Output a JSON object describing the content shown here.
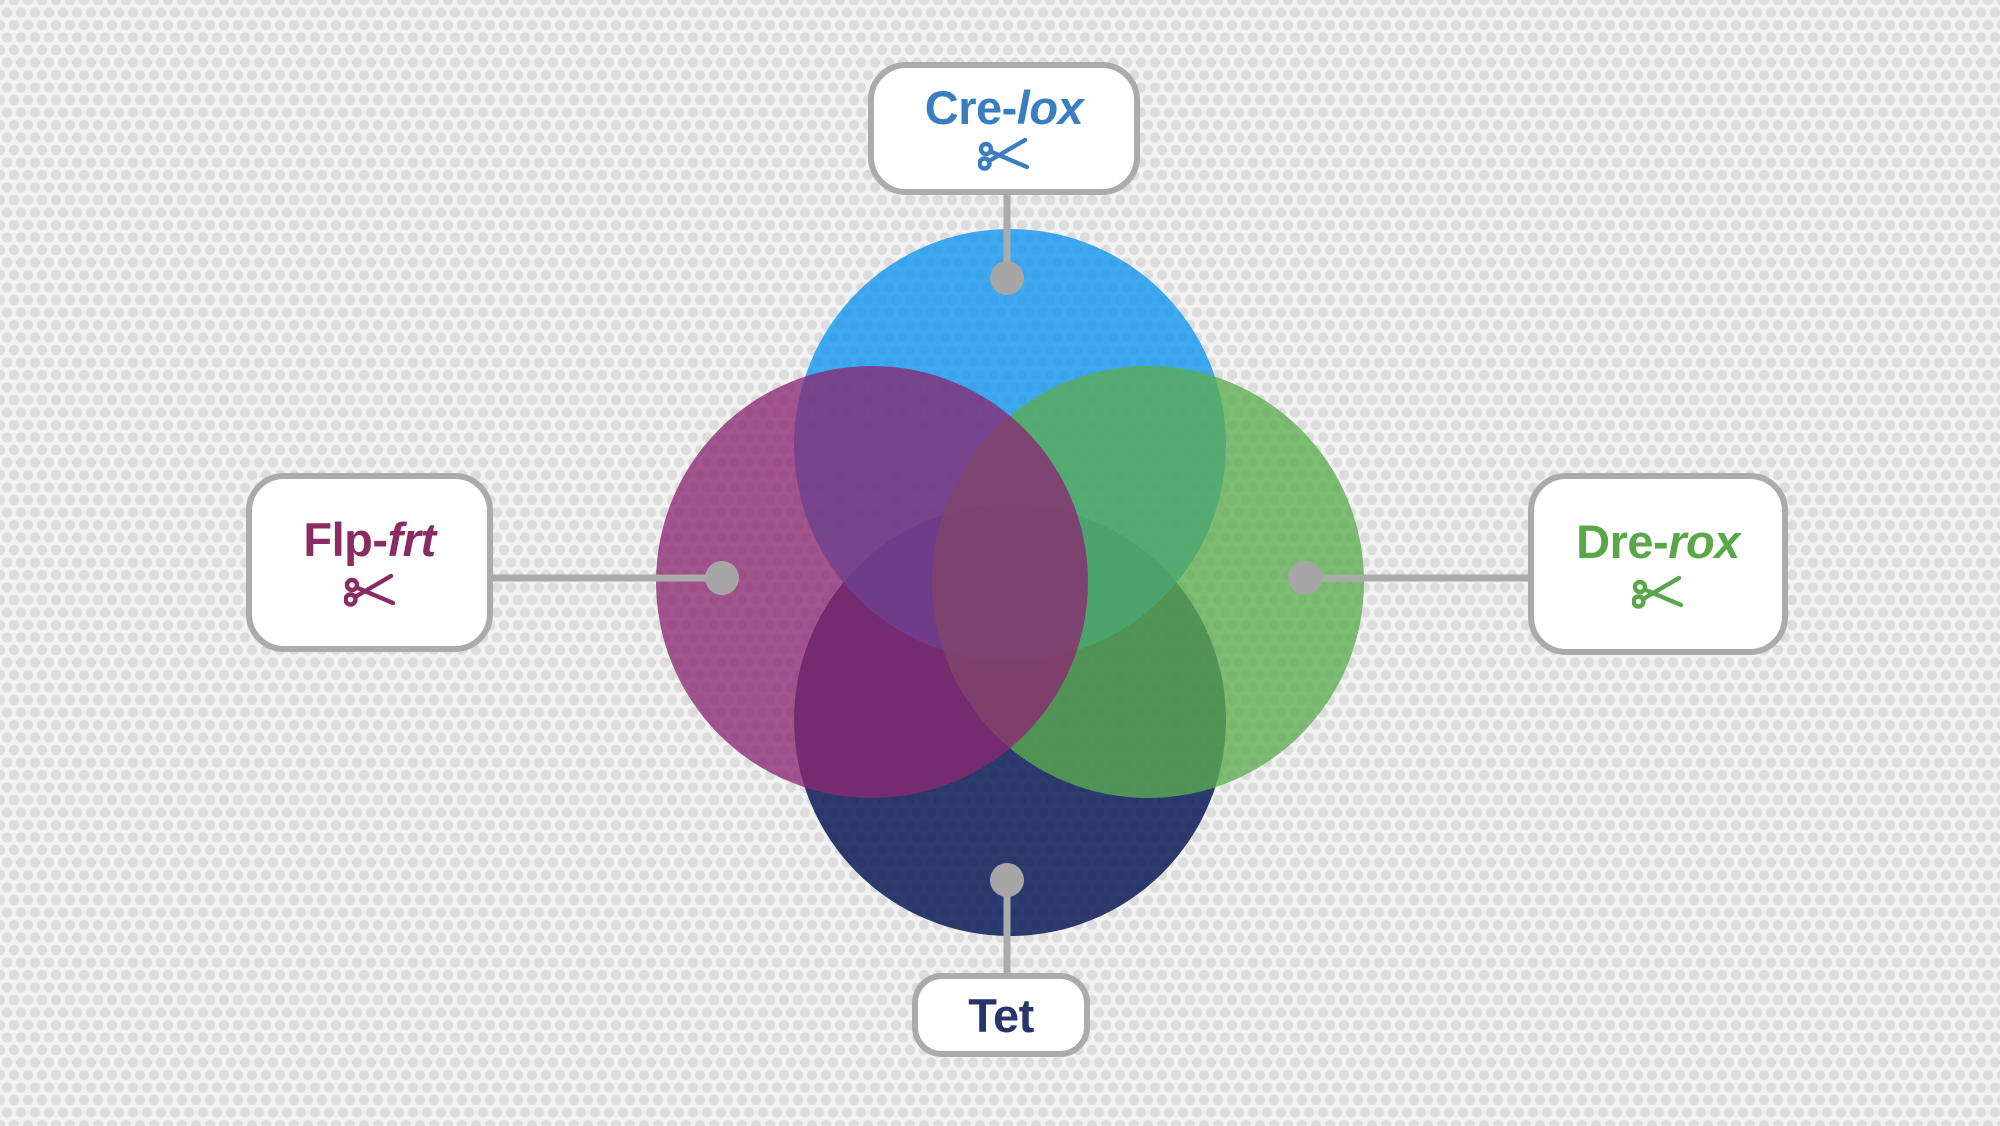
{
  "diagram": {
    "kind": "four-set venn of site-specific recombination / inducible systems",
    "connector_color": "#ababab",
    "dot_color": "#a6a6a6",
    "box_border_color": "#ababab",
    "box_fill": "#ffffff",
    "background": {
      "base": "#f2f2f2",
      "dot": "#dcdcdc"
    }
  },
  "circles": {
    "cre_lox": {
      "name": "Cre-lox circle",
      "fill": "rgba(12,149,241,0.78)"
    },
    "flp_frt": {
      "name": "Flp-frt circle",
      "fill": "rgba(138,40,114,0.78)"
    },
    "dre_rox": {
      "name": "Dre-rox circle",
      "fill": "rgba(92,173,80,0.78)"
    },
    "tet": {
      "name": "Tet circle",
      "fill": "rgba(15,30,90,0.87)"
    }
  },
  "labels": {
    "cre_lox": {
      "prefix": "Cre-",
      "suffix": "lox",
      "color": "#3b7ec0",
      "has_scissors": true
    },
    "flp_frt": {
      "prefix": "Flp-",
      "suffix": "frt",
      "color": "#8a2c61",
      "has_scissors": true
    },
    "dre_rox": {
      "prefix": "Dre-",
      "suffix": "rox",
      "color": "#59a748",
      "has_scissors": true
    },
    "tet": {
      "prefix": "Tet",
      "suffix": "",
      "color": "#28356b",
      "has_scissors": false
    }
  }
}
